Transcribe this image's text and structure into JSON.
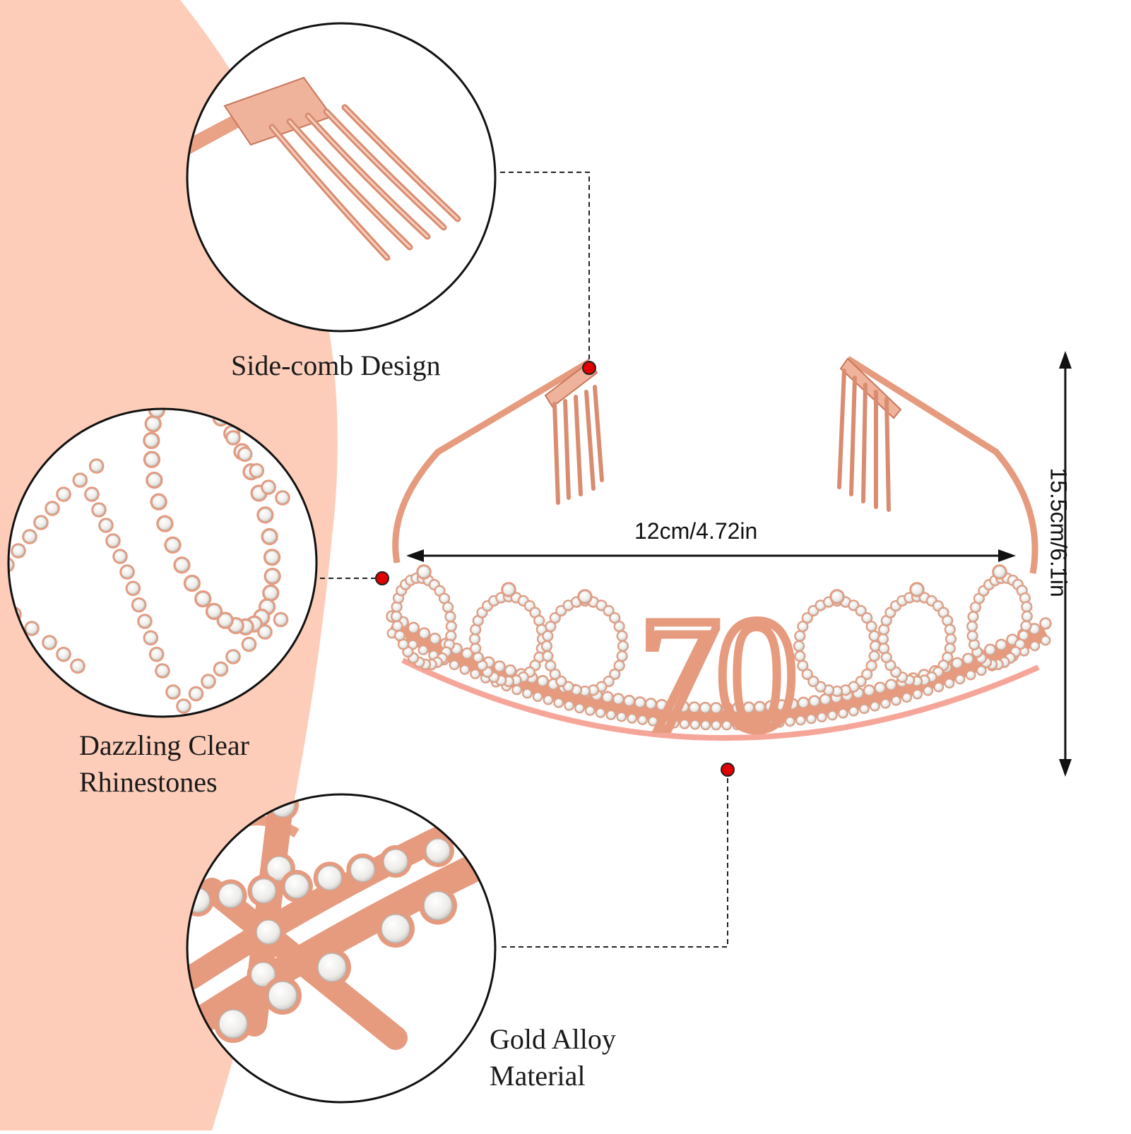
{
  "colors": {
    "background_band": "#fdcdb9",
    "rose_gold": "#e69a7e",
    "rose_gold_dark": "#c9775c",
    "rose_gold_light": "#f5c2ae",
    "rhinestone": "#f2f2f0",
    "callout_dot": "#e00000",
    "line": "#222222"
  },
  "callouts": {
    "side_comb": {
      "label": "Side-comb Design",
      "icon": "comb-closeup"
    },
    "rhinestones": {
      "line1": "Dazzling Clear",
      "line2": "Rhinestones",
      "icon": "rhinestone-closeup"
    },
    "alloy": {
      "line1": "Gold Alloy",
      "line2": "Material",
      "icon": "alloy-closeup"
    }
  },
  "dimensions": {
    "width_label": "12cm/4.72in",
    "height_label": "15.5cm/6.1in"
  },
  "product": {
    "number": "70",
    "icon": "tiara-70"
  }
}
